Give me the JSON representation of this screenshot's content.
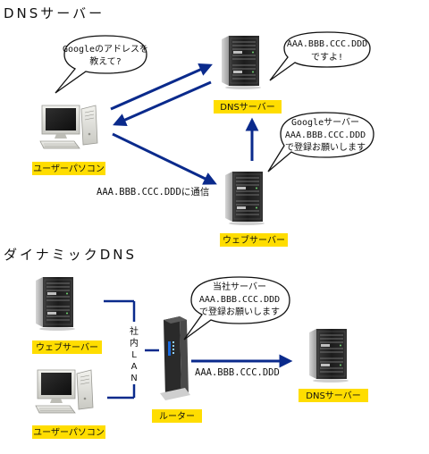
{
  "section1": {
    "title": "DNSサーバー",
    "nodes": {
      "user_pc": "ユーザーパソコン",
      "dns_server": "DNSサーバー",
      "web_server": "ウェブサーバー"
    },
    "bubbles": {
      "question": [
        "Googleのアドレスを",
        "教えて?"
      ],
      "answer": [
        "AAA.BBB.CCC.DDD",
        "ですよ!"
      ],
      "register": [
        "Googleサーバー",
        "AAA.BBB.CCC.DDD",
        "で登録お願いします"
      ]
    },
    "edge_label": "AAA.BBB.CCC.DDDに通信"
  },
  "section2": {
    "title": "ダイナミックDNS",
    "nodes": {
      "web_server": "ウェブサーバー",
      "user_pc": "ユーザーパソコン",
      "router": "ルーター",
      "dns_server": "DNSサーバー"
    },
    "lan_label": [
      "社",
      "内",
      "L",
      "A",
      "N"
    ],
    "bubble": [
      "当社サーバー",
      "AAA.BBB.CCC.DDD",
      "で登録お願いします"
    ],
    "edge_label": "AAA.BBB.CCC.DDD"
  },
  "colors": {
    "arrow": "#0a2a8c",
    "tag": "#ffdd00",
    "bubble_border": "#111111"
  },
  "icons": {
    "server": "server-rack-icon",
    "pc": "desktop-computer-icon",
    "router": "router-icon"
  }
}
